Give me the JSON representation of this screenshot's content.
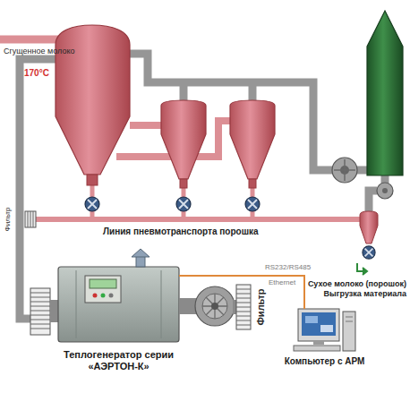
{
  "diagram": {
    "nodes": [
      {
        "text": [
          "Теплогенератор серии «АЭРТОН-К»"
        ]
      },
      {
        "text": [
          "Компьютер с АРМ"
        ]
      }
    ],
    "edges": [
      {
        "from": 0,
        "to": 1,
        "arrow": "none",
        "label": "RS232/RS485"
      }
    ],
    "labels": [
      "Сгущенное молоко",
      "170°C",
      "Фильтр",
      "Линия пневмотранспорта порошка",
      "Сухое молоко (порошок)",
      "Выгрузка материала",
      "Ethernet",
      "Фильтр"
    ]
  }
}
